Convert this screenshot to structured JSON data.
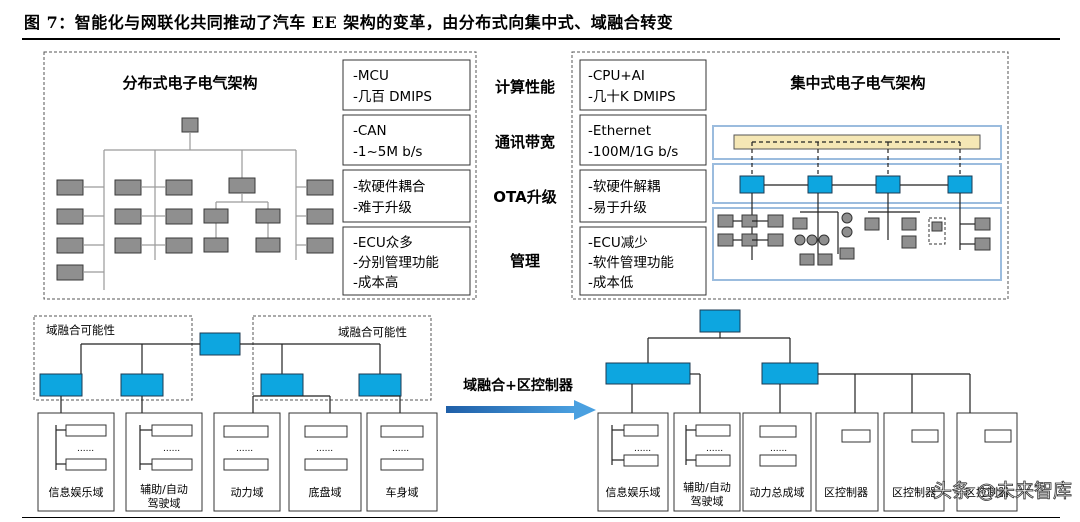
{
  "figure_title": "图 7：智能化与网联化共同推动了汽车 EE 架构的变革，由分布式向集中式、域融合转变",
  "distributed": {
    "title": "分布式电子电气架构"
  },
  "centralized": {
    "title": "集中式电子电气架构"
  },
  "criteria": [
    {
      "label": "计算性能",
      "left": [
        "-MCU",
        "-几百 DMIPS"
      ],
      "right": [
        "-CPU+AI",
        "-几十K DMIPS"
      ]
    },
    {
      "label": "通讯带宽",
      "left": [
        "-CAN",
        "-1~5M b/s"
      ],
      "right": [
        "-Ethernet",
        "-100M/1G b/s"
      ]
    },
    {
      "label": "OTA升级",
      "left": [
        "-软硬件耦合",
        "-难于升级"
      ],
      "right": [
        "-软硬件解耦",
        "-易于升级"
      ]
    },
    {
      "label": "管理",
      "left": [
        "-ECU众多",
        "-分别管理功能",
        "-成本高"
      ],
      "right": [
        "-ECU减少",
        "-软件管理功能",
        "-成本低"
      ]
    }
  ],
  "domain_fusion": {
    "possible_label_left": "域融合可能性",
    "possible_label_right": "域融合可能性",
    "arrow_label": "域融合+区控制器",
    "dots": "......",
    "left_domains": [
      "信息娱乐域",
      "辅助/自动驾驶域",
      "动力域",
      "底盘域",
      "车身域"
    ],
    "left_domains_lines": [
      [
        "信息娱乐域"
      ],
      [
        "辅助/自动",
        "驾驶域"
      ],
      [
        "动力域"
      ],
      [
        "底盘域"
      ],
      [
        "车身域"
      ]
    ],
    "right_domains": [
      "信息娱乐域",
      "辅助/自动驾驶域",
      "动力总成域",
      "区控制器",
      "区控制器",
      "区控制器"
    ],
    "right_domains_lines": [
      [
        "信息娱乐域"
      ],
      [
        "辅助/自动",
        "驾驶域"
      ],
      [
        "动力总成域"
      ],
      [
        "区控制器"
      ],
      [
        "区控制器"
      ],
      [
        "区控制器"
      ]
    ]
  },
  "watermark": "头条 @未来智库",
  "colors": {
    "ecu_blue": "#0da6e0",
    "ecu_gray": "#8f8f8f",
    "arrow_blue": "#2f7cc4",
    "lane_border": "#9bbcde",
    "bus_yellow": "#f5e7b5"
  }
}
